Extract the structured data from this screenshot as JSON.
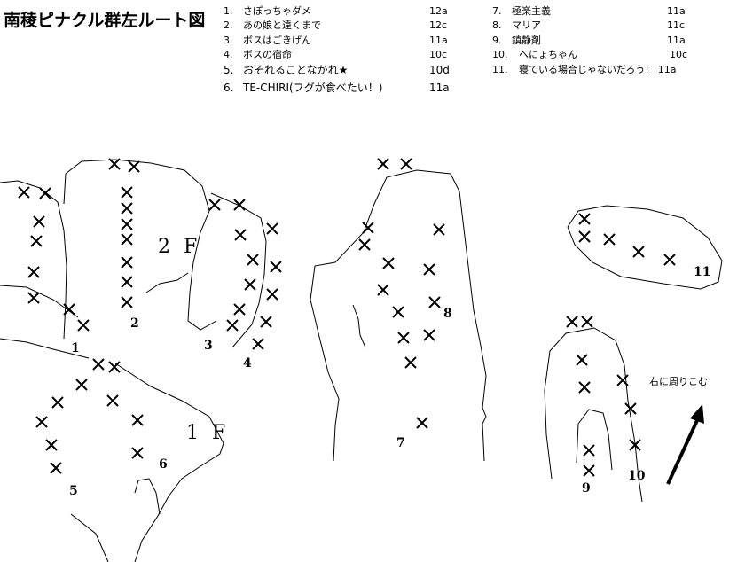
{
  "title": "南稜ピナクル群左ルート図",
  "routes": [
    {
      "num": "1.",
      "name": "さぽっちゃダメ",
      "grade": "12a"
    },
    {
      "num": "2.",
      "name": "あの娘と遠くまで",
      "grade": "12c"
    },
    {
      "num": "3.",
      "name": "ボスはごきげん",
      "grade": "11a"
    },
    {
      "num": "4.",
      "name": "ボスの宿命",
      "grade": "10c"
    },
    {
      "num": "5.",
      "name": "おそれることなかれ★",
      "grade": "10d"
    },
    {
      "num": "6.",
      "name": "TE-CHIRI(フグが食べたい！)",
      "grade": "11a"
    },
    {
      "num": "7.",
      "name": "極楽主義",
      "grade": "11a"
    },
    {
      "num": "8.",
      "name": "マリア",
      "grade": "11c"
    },
    {
      "num": "9.",
      "name": "鎮静剤",
      "grade": "11a"
    },
    {
      "num": "10.",
      "name": "へにょちゃん",
      "grade": "10c"
    },
    {
      "num": "11.",
      "name": "寝ている場合じゃないだろう!",
      "grade": "11a"
    }
  ],
  "map": {
    "floor_2": "2 F",
    "floor_1": "1 F",
    "note": "右に周りこむ",
    "labels": [
      "1",
      "2",
      "3",
      "4",
      "5",
      "6",
      "7",
      "8",
      "9",
      "10",
      "11"
    ]
  }
}
